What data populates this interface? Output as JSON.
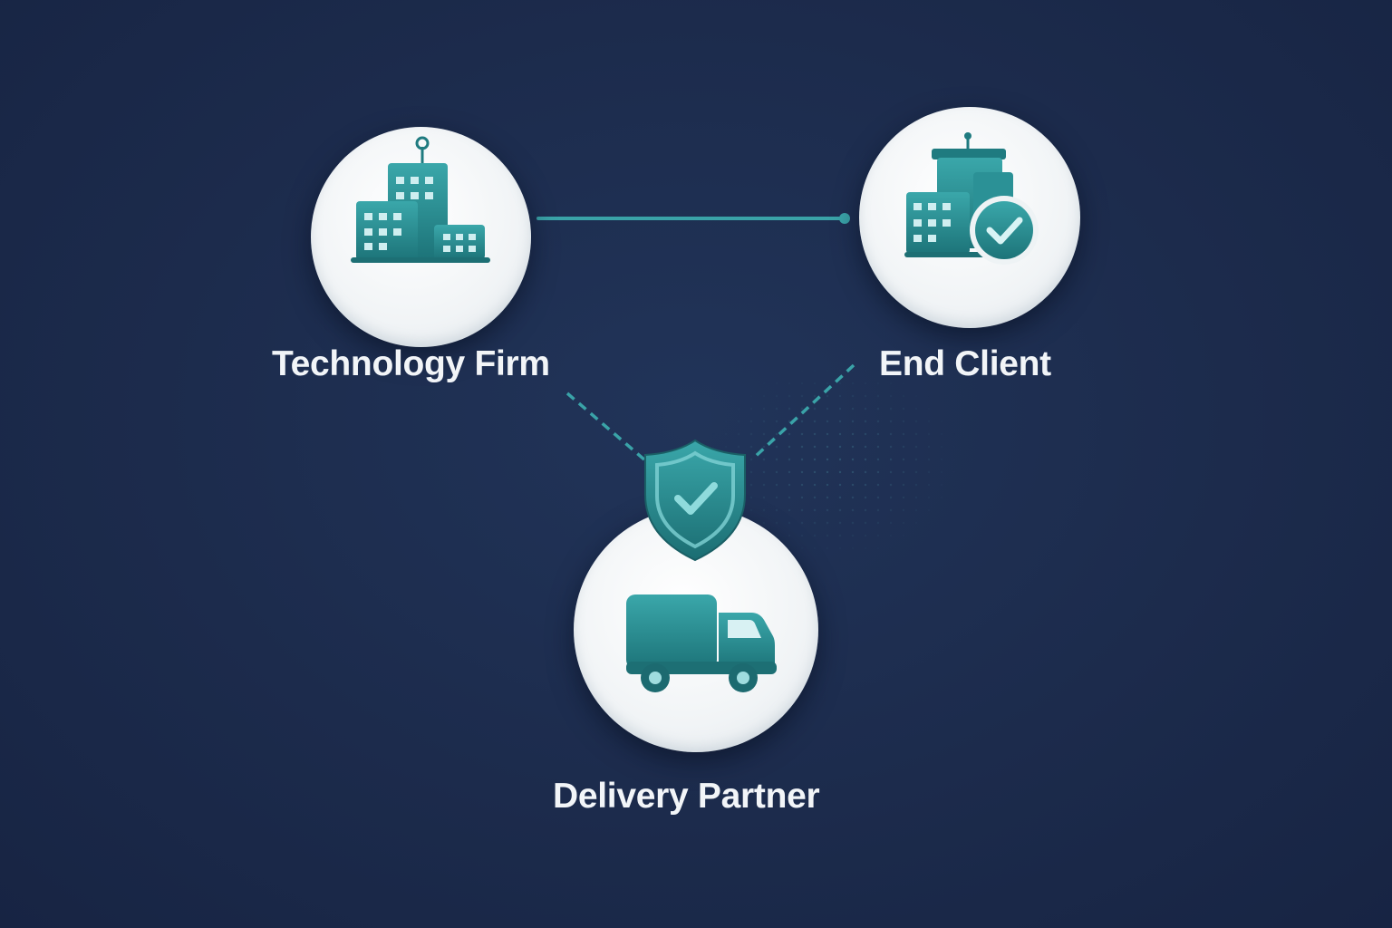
{
  "nodes": {
    "technology_firm": {
      "label": "Technology Firm",
      "icon": "office-buildings-icon"
    },
    "end_client": {
      "label": "End Client",
      "icon": "verified-building-icon"
    },
    "delivery_partner": {
      "label": "Delivery Partner",
      "icon": "delivery-truck-icon"
    }
  },
  "badge": {
    "icon": "shield-check-icon"
  },
  "connections": [
    {
      "from": "Technology Firm",
      "to": "End Client",
      "style": "solid"
    },
    {
      "from": "Technology Firm",
      "to": "Delivery Partner",
      "style": "dashed"
    },
    {
      "from": "End Client",
      "to": "Delivery Partner",
      "style": "dashed"
    }
  ],
  "colors": {
    "background": "#1b2a4a",
    "accent": "#2a9499",
    "accent_dark": "#1e7177",
    "node_fill": "#f1f4f6",
    "label_text": "#f2f5f8"
  }
}
